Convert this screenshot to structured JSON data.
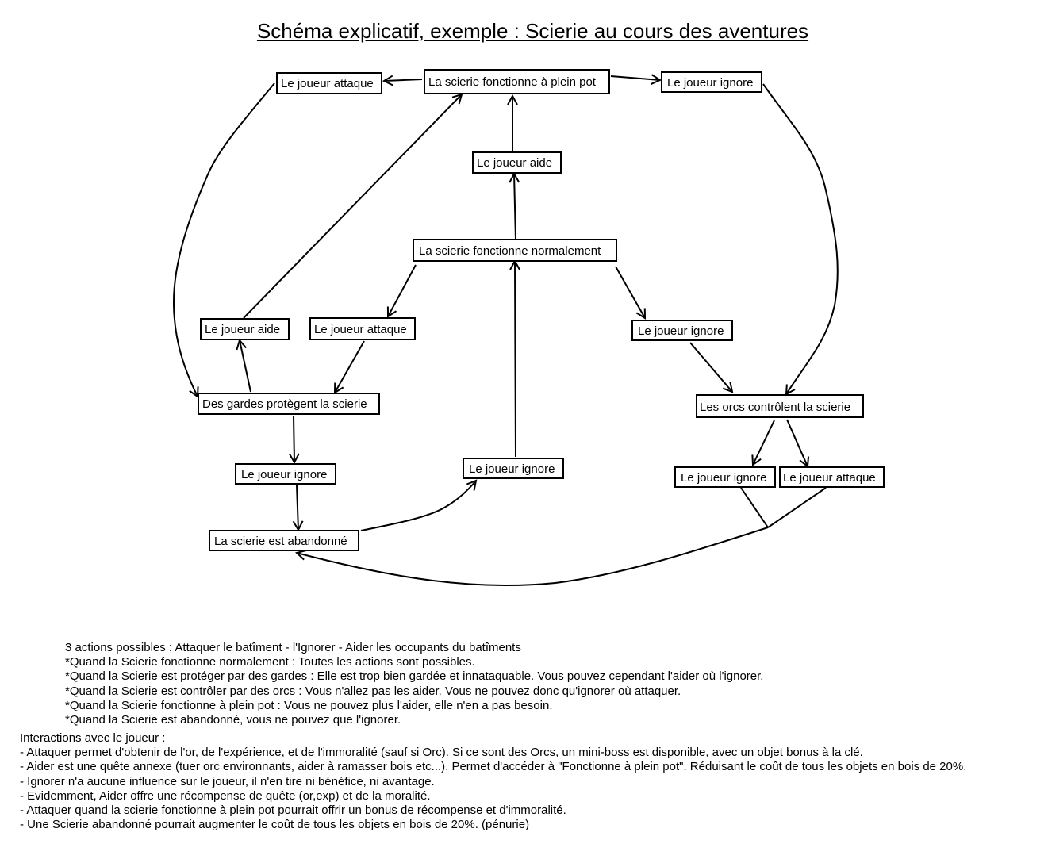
{
  "title": "Schéma explicatif, exemple : Scierie au cours des aventures",
  "nodes": {
    "plein_pot": "La scierie fonctionne à plein pot",
    "top_attaque": "Le joueur attaque",
    "top_ignore": "Le joueur ignore",
    "top_aide": "Le joueur aide",
    "normal": "La scierie fonctionne normalement",
    "gardes_aide": "Le joueur aide",
    "normal_attaque": "Le joueur attaque",
    "normal_ignore": "Le joueur ignore",
    "gardes": "Des gardes protègent la scierie",
    "orcs": "Les orcs contrôlent la scierie",
    "gardes_ignore": "Le joueur ignore",
    "abandon_ignore": "Le joueur ignore",
    "orcs_ignore": "Le joueur ignore",
    "orcs_attaque": "Le joueur attaque",
    "abandon": "La scierie est abandonné"
  },
  "notes": [
    "3 actions possibles : Attaquer le batîment - l'Ignorer - Aider les occupants du batîments",
    "*Quand la Scierie fonctionne normalement : Toutes les actions sont possibles.",
    "*Quand la Scierie est protéger par des gardes : Elle est trop bien gardée et innataquable. Vous pouvez cependant l'aider où l'ignorer.",
    "*Quand la Scierie est contrôler par des orcs : Vous n'allez pas les aider. Vous ne pouvez donc qu'ignorer où attaquer.",
    "*Quand la Scierie fonctionne à plein pot : Vous ne pouvez plus l'aider, elle n'en a pas besoin.",
    "*Quand la Scierie est abandonné, vous ne pouvez que l'ignorer."
  ],
  "interactions": {
    "heading": "Interactions avec le joueur :",
    "items": [
      "- Attaquer permet d'obtenir de l'or, de l'expérience, et de l'immoralité (sauf si Orc). Si ce sont des Orcs, un mini-boss est disponible, avec un objet bonus à la clé.",
      "- Aider est une quête annexe (tuer orc environnants, aider à ramasser bois etc...). Permet d'accéder à \"Fonctionne à plein pot\". Réduisant le coût de tous les objets en bois de 20%.",
      "- Ignorer n'a aucune influence sur le joueur, il n'en tire ni bénéfice, ni avantage.",
      "- Evidemment, Aider offre une récompense de quête (or,exp) et de la moralité.",
      "- Attaquer quand la scierie fonctionne à plein pot pourrait offrir un bonus de récompense et d'immoralité.",
      "- Une Scierie abandonné pourrait augmenter le coût de tous les objets en bois de 20%. (pénurie)"
    ]
  }
}
